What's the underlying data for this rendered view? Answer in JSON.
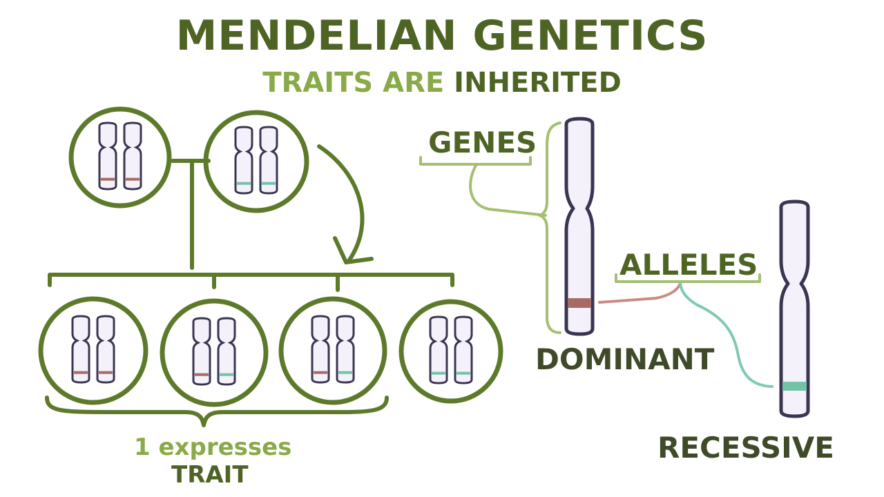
{
  "title": "MENDELIAN GENETICS",
  "subtitle": {
    "prefix": "TRAITS ARE",
    "emphasis": "INHERITED"
  },
  "labels": {
    "genes": "GENES",
    "alleles": "ALLELES",
    "dominant": "DOMINANT",
    "recessive": "RECESSIVE",
    "expresses": "1 expresses",
    "trait": "TRAIT"
  },
  "colors": {
    "dark_green": "#4e6425",
    "light_green": "#8aa948",
    "brace_green": "#a3bf6f",
    "chromosome_outline": "#3b3552",
    "chromosome_fill": "#f4f1fa",
    "dominant_allele": "#a86b63",
    "recessive_allele": "#74c2a8"
  },
  "parents": [
    {
      "alleles": [
        "dominant",
        "dominant"
      ]
    },
    {
      "alleles": [
        "recessive",
        "recessive"
      ]
    }
  ],
  "offspring": [
    {
      "alleles": [
        "dominant",
        "dominant"
      ]
    },
    {
      "alleles": [
        "dominant",
        "recessive"
      ]
    },
    {
      "alleles": [
        "dominant",
        "recessive"
      ]
    },
    {
      "alleles": [
        "recessive",
        "recessive"
      ]
    }
  ]
}
